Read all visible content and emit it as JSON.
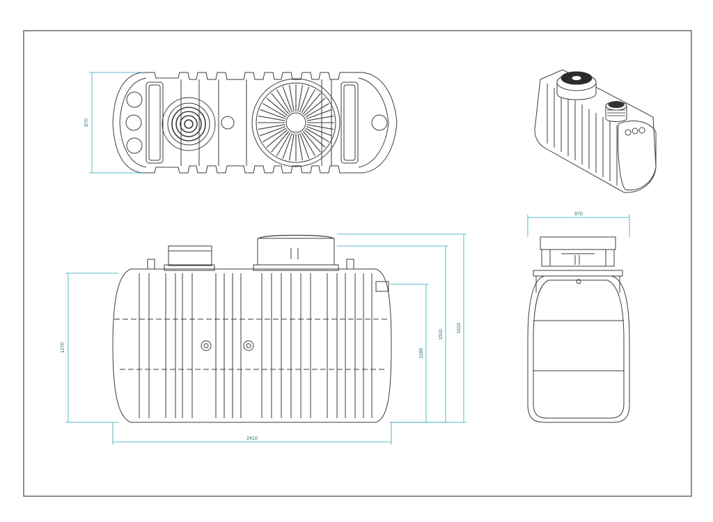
{
  "drawing": {
    "colors": {
      "line": "#3a3a3a",
      "dimension": "#2aa7b5",
      "frame": "#444444",
      "paper": "#ffffff"
    },
    "top_view": {
      "dim_width": "870"
    },
    "front_view": {
      "dim_length": "2410",
      "dim_body_height": "1270",
      "dim_inlet_height": "1180",
      "dim_outlet_height": "1510",
      "dim_total_height": "1610"
    },
    "side_view": {
      "dim_width": "870"
    }
  }
}
